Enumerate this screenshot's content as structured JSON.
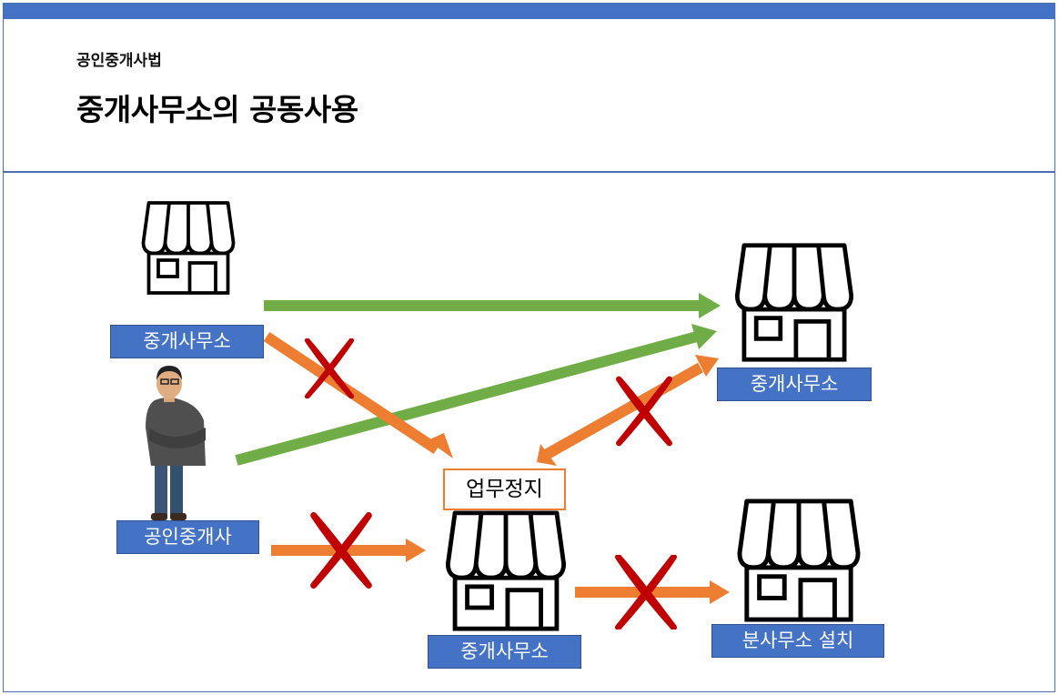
{
  "header": {
    "subtitle": "공인중개사법",
    "title": "중개사무소의 공동사용"
  },
  "labels": {
    "office_top_left": "중개사무소",
    "office_top_right": "중개사무소",
    "office_center": "중개사무소",
    "branch_office": "분사무소 설치",
    "agent": "공인중개사",
    "suspension": "업무정지"
  },
  "colors": {
    "accent_blue": "#4472c4",
    "allowed_arrow": "#70ad47",
    "prohibited_arrow": "#ed7d31",
    "cross_mark": "#c00000"
  },
  "icons": {
    "store": "store-icon",
    "person": "person-icon",
    "prohibited": "cross-mark-icon"
  }
}
